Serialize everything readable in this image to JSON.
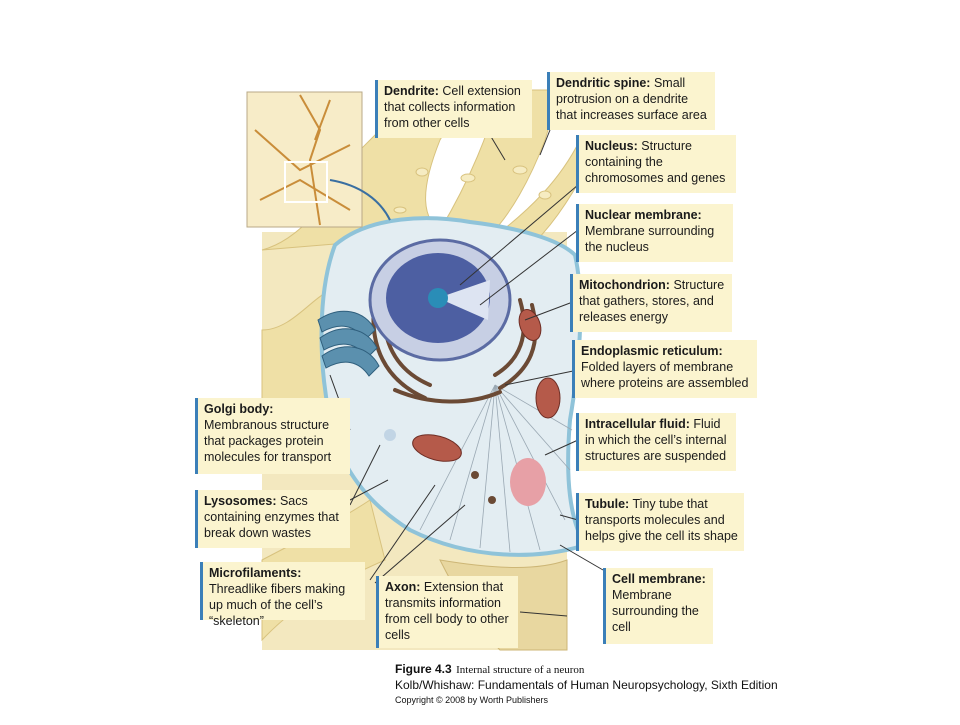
{
  "labels": {
    "dendrite": {
      "term": "Dendrite:",
      "desc": "Cell extension that collects information from other cells"
    },
    "dendritic_spine": {
      "term": "Dendritic spine:",
      "desc": "Small protrusion on a dendrite that increases surface area"
    },
    "nucleus": {
      "term": "Nucleus:",
      "desc": "Structure containing the chromosomes and genes"
    },
    "nuclear_membrane": {
      "term": "Nuclear membrane:",
      "desc": "Membrane surrounding the nucleus"
    },
    "mitochondrion": {
      "term": "Mitochondrion:",
      "desc": "Structure that gathers, stores, and releases energy"
    },
    "endoplasmic_reticulum": {
      "term": "Endoplasmic reticulum:",
      "desc": "Folded layers of membrane where proteins are assembled"
    },
    "intracellular_fluid": {
      "term": "Intracellular fluid:",
      "desc": "Fluid in which the  cell’s internal structures are suspended"
    },
    "tubule": {
      "term": "Tubule:",
      "desc": "Tiny tube that transports molecules and helps give the cell its shape"
    },
    "cell_membrane": {
      "term": "Cell membrane:",
      "desc": "Membrane surrounding the cell"
    },
    "golgi_body": {
      "term": "Golgi body:",
      "desc": "Membranous structure that packages protein molecules for transport"
    },
    "lysosomes": {
      "term": "Lysosomes:",
      "desc": "Sacs containing enzymes that break down wastes"
    },
    "microfilaments": {
      "term": "Microfilaments:",
      "desc": "Threadlike fibers making up much of the cell’s “skeleton”"
    },
    "axon": {
      "term": "Axon:",
      "desc": "Extension that transmits information from cell body to other cells"
    }
  },
  "caption": {
    "figure": "Figure 4.3",
    "subtitle": "Internal structure of  a neuron",
    "book": "Kolb/Whishaw: Fundamentals of Human Neuropsychology, Sixth Edition",
    "copyright": "Copyright © 2008 by Worth Publishers"
  },
  "colors": {
    "label_bg": "#fbf4cf",
    "label_rule": "#3b7fb8",
    "cytoplasm": "#e3edf2",
    "dendrite": "#efe0a6",
    "background_tissue": "#f3e8bf",
    "nucleus": "#4d5fa2",
    "mitochondria": "#b55a4a",
    "golgi": "#5b90ae"
  }
}
